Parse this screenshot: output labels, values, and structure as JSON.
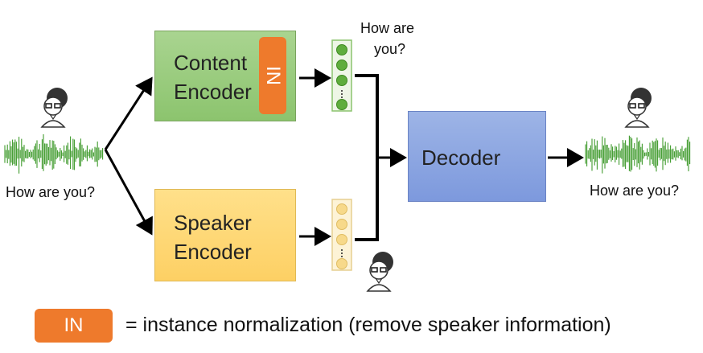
{
  "input": {
    "caption": "How are you?"
  },
  "content_encoder": {
    "line1": "Content",
    "line2": "Encoder",
    "tag": "IN"
  },
  "speaker_encoder": {
    "line1": "Speaker",
    "line2": "Encoder"
  },
  "content_vector": {
    "caption_line1": "How are",
    "caption_line2": "you?"
  },
  "decoder": {
    "label": "Decoder"
  },
  "output": {
    "caption": "How are you?"
  },
  "legend": {
    "tag": "IN",
    "text": "= instance normalization  (remove speaker information)"
  },
  "icons": [
    "speaker-avatar-icon",
    "waveform-icon",
    "vector-icon",
    "arrow-icon"
  ],
  "colors": {
    "content_encoder": "#8cc46e",
    "speaker_encoder": "#fdd064",
    "decoder": "#7d99dd",
    "instance_norm": "#ee7a2c",
    "waveform": "#3f9a2c"
  }
}
